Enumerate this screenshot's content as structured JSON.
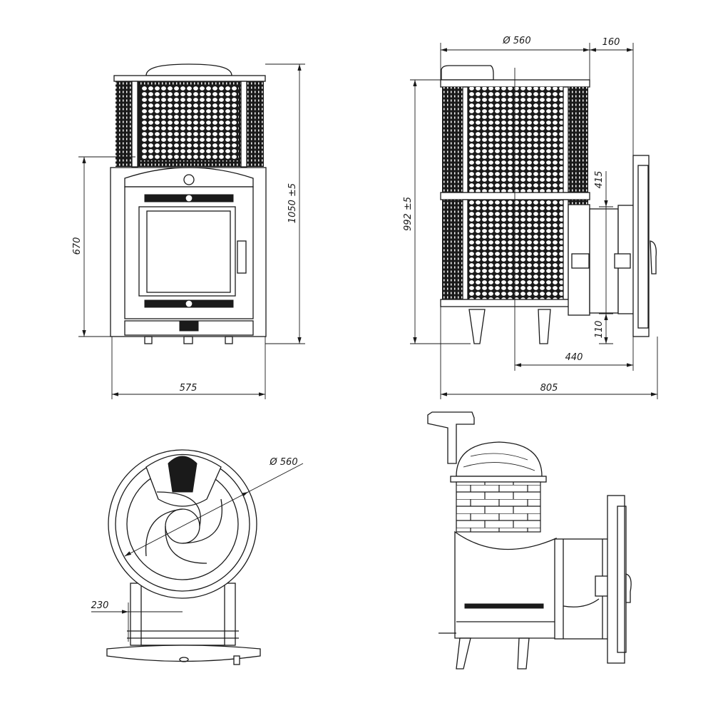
{
  "drawing": {
    "front_view": {
      "dims": {
        "height_firebox": "670",
        "height_total": "1050  ±5",
        "width": "575"
      }
    },
    "side_view": {
      "dims": {
        "diameter": "Ø 560",
        "door_depth": "160",
        "height_total": "992  ±5",
        "tunnel_height": "415",
        "leg_height": "110",
        "tunnel_length": "440",
        "depth_total": "805"
      }
    },
    "top_view": {
      "dims": {
        "diameter": "Ø 560",
        "offset": "230"
      }
    },
    "section_view": {}
  }
}
